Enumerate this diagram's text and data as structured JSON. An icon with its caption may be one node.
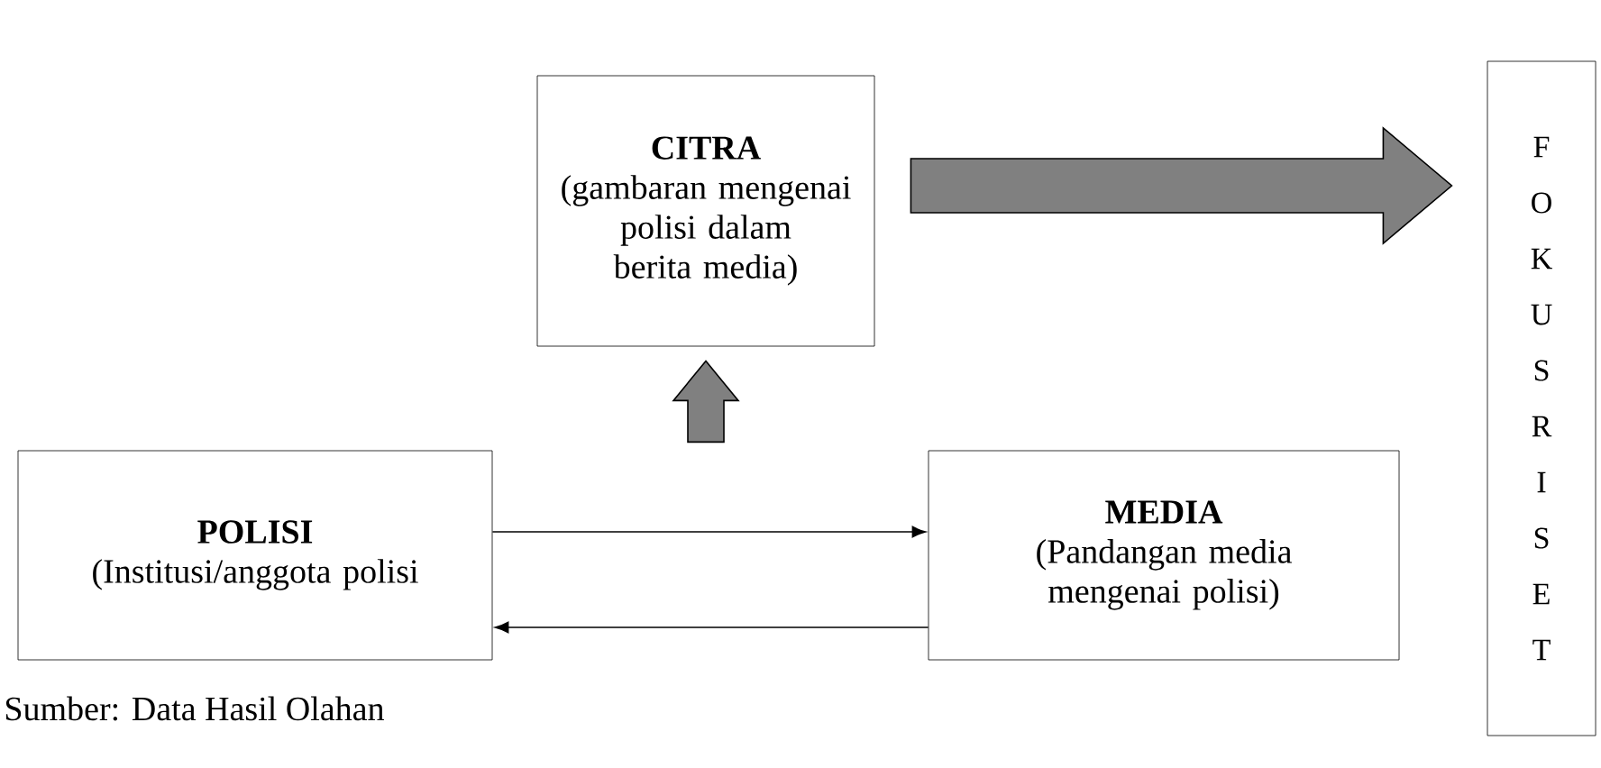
{
  "diagram": {
    "caption": "Sumber: Data Hasil Olahan",
    "nodes": [
      {
        "text": [
          "CITRA",
          "(gambaran mengenai polisi dalam berita media)"
        ]
      },
      {
        "text": [
          "POLISI",
          "(Institusi/anggota polisi"
        ]
      },
      {
        "text": [
          "MEDIA",
          "(Pandangan media mengenai polisi)"
        ]
      },
      {
        "text": [
          "F O K U S R I S E T"
        ]
      }
    ],
    "edges": [
      {
        "from": 0,
        "to": 3,
        "arrow": "to",
        "style": "thick"
      },
      {
        "from": null,
        "to": 0,
        "arrow": "to",
        "style": "thick"
      },
      {
        "from": 1,
        "to": 2,
        "arrow": "to"
      },
      {
        "from": 2,
        "to": 1,
        "arrow": "to"
      }
    ]
  }
}
